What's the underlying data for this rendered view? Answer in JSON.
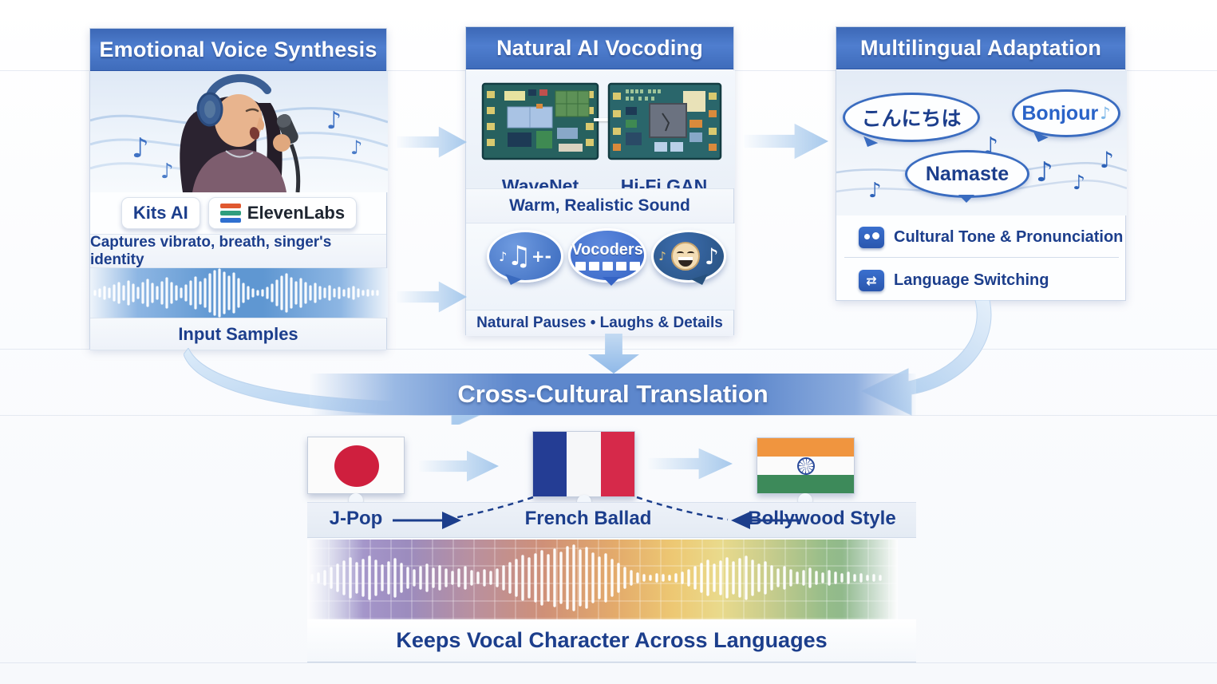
{
  "panels": {
    "emotional_voice": {
      "title": "Emotional Voice Synthesis",
      "badge_kits": "Kits AI",
      "badge_eleven": "ElevenLabs",
      "caption": "Captures vibrato, breath, singer's identity",
      "footer": "Input Samples"
    },
    "vocoding": {
      "title": "Natural AI Vocoding",
      "chip_left": "WaveNet",
      "chip_right": "Hi-Fi GAN",
      "sound": "Warm, Realistic Sound",
      "bubble_label": "Vocoders",
      "caption": "Natural Pauses • Laughs & Details"
    },
    "multilingual": {
      "title": "Multilingual Adaptation",
      "bubble_japanese": "こんにちは",
      "bubble_french": "Bonjour",
      "bubble_french_note": "♪",
      "bubble_hindi": "Namaste",
      "feature_tone": "Cultural Tone & Pronunciation",
      "feature_switching": "Language Switching"
    }
  },
  "banner": {
    "title": "Cross-Cultural Translation"
  },
  "flow": {
    "japan_label": "J-Pop",
    "france_label": "French Ballad",
    "india_label": "Bollywood Style",
    "footer": "Keeps Vocal Character Across Languages"
  },
  "icons": {
    "note": "♪",
    "double_note": "♫",
    "plus_minus": "+-",
    "swap": "⇄"
  },
  "colors": {
    "header_blue": "#4f7ecf",
    "text_navy": "#1c3e8c",
    "arrow_blue": "#a7c9ec",
    "eleven_orange": "#e0582f",
    "eleven_teal": "#2f9e7e",
    "eleven_blue": "#2f6fd0",
    "japan_red": "#cf1f3e",
    "france_blue": "#243d94",
    "france_red": "#d6294a",
    "india_saffron": "#f0953f",
    "india_green": "#3d8a5a"
  }
}
